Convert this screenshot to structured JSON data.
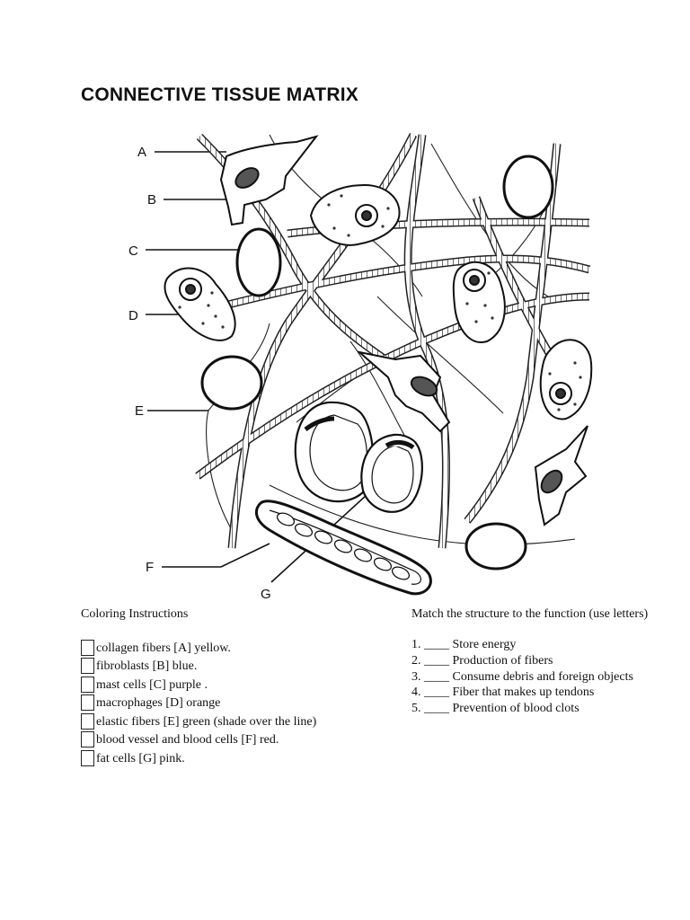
{
  "title": "CONNECTIVE TISSUE MATRIX",
  "diagram": {
    "labels": [
      "A",
      "B",
      "C",
      "D",
      "E",
      "F",
      "G"
    ]
  },
  "coloring": {
    "heading": "Coloring Instructions",
    "items": [
      "collagen fibers [A] yellow.",
      "fibroblasts [B] blue.",
      "mast cells [C] purple .",
      "macrophages [D] orange",
      "elastic fibers [E] green (shade over the line)",
      "blood vessel and blood cells [F] red.",
      "fat cells [G] pink."
    ]
  },
  "matching": {
    "heading": "Match the structure to the function (use letters)",
    "items": [
      "1. ____ Store energy",
      "2. ____ Production of fibers",
      "3. ____ Consume debris and foreign objects",
      "4. ____ Fiber that makes up tendons",
      "5. ____ Prevention of blood clots"
    ]
  }
}
